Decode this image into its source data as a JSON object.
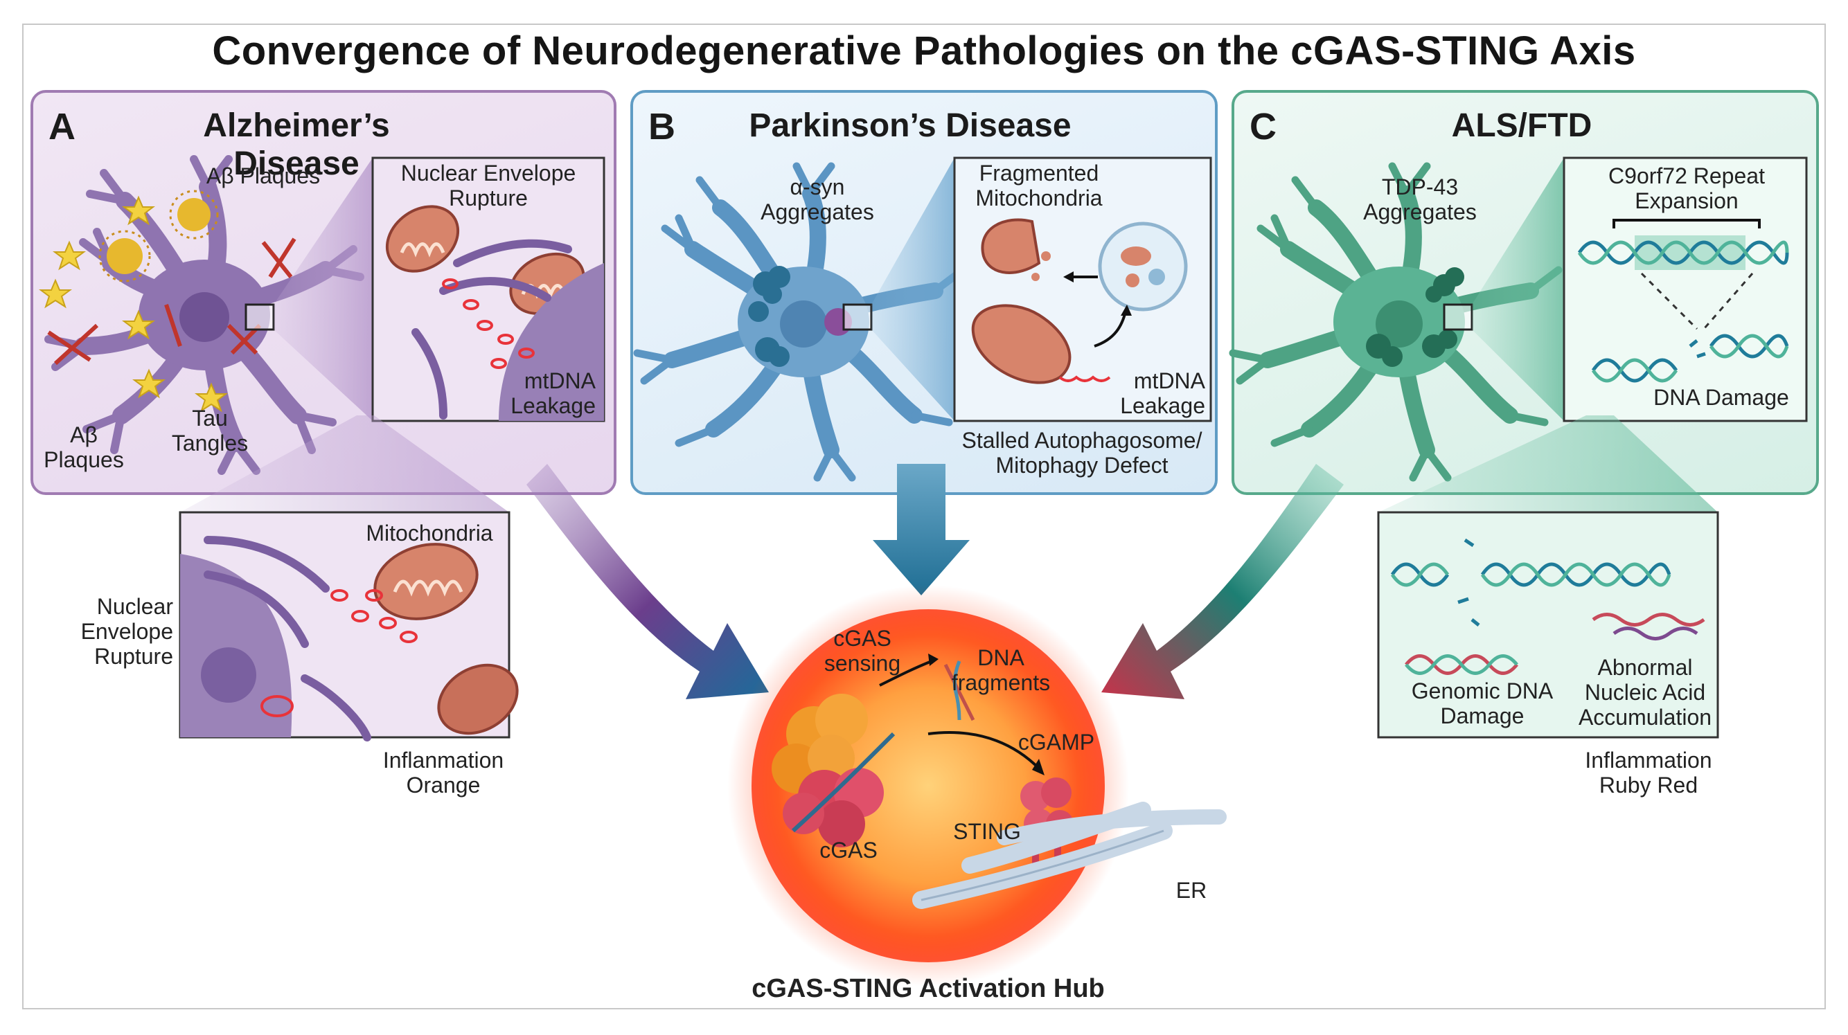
{
  "title": "Convergence of Neurodegenerative Pathologies on the cGAS-STING Axis",
  "panel_a": {
    "letter": "A",
    "title": "Alzheimer’s Disease",
    "ab_plaques_top": "Aβ Plaques",
    "ab_plaques_bottom": "Aβ\nPlaques",
    "tau_tangles": "Tau\nTangles",
    "inset_nuclear": "Nuclear Envelope\nRupture",
    "inset_mtdna": "mtDNA\nLeakage",
    "zoom_mitochondria": "Mitochondria",
    "zoom_nuclear": "Nuclear\nEnvelope\nRupture",
    "inflammation": "Inflanmation\nOrange"
  },
  "panel_b": {
    "letter": "B",
    "title": "Parkinson’s Disease",
    "asyn": "α-syn\nAggregates",
    "inset_fragmented": "Fragmented\nMitochondria",
    "inset_mtdna": "mtDNA\nLeakage",
    "stalled": "Stalled Autophagosome/\nMitophagy Defect"
  },
  "panel_c": {
    "letter": "C",
    "title": "ALS/FTD",
    "tdp43": "TDP-43\nAggregates",
    "inset_c9": "C9orf72 Repeat\nExpansion",
    "inset_dna_damage": "DNA Damage",
    "zoom_genomic": "Genomic DNA\nDamage",
    "zoom_abnormal": "Abnormal\nNucleic Acid\nAccumulation",
    "inflammation": "Inflammation\nRuby Red"
  },
  "hub": {
    "cgas_sensing": "cGAS\nsensing",
    "dna_fragments": "DNA\nfragments",
    "cgamp": "cGAMP",
    "cgas": "cGAS",
    "sting": "STING",
    "er": "ER",
    "caption": "cGAS-STING Activation Hub"
  },
  "colors": {
    "panel_a_border": "#a07bb2",
    "panel_b_border": "#5f9cc4",
    "panel_c_border": "#57a98b",
    "hub_glow": "#ff4a1c",
    "hub_core": "#ffb347"
  }
}
